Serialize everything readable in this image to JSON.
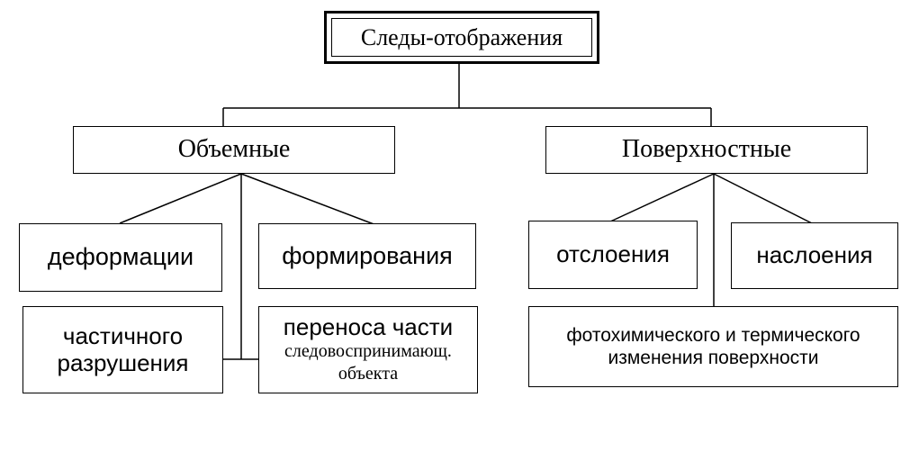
{
  "root": {
    "label": "Следы-отображения"
  },
  "categories": {
    "volumetric": {
      "label": "Объемные"
    },
    "surface": {
      "label": "Поверхностные"
    }
  },
  "volumetric_children": {
    "deformation": "деформации",
    "formation": "формирования",
    "partial_destruction": [
      "частичного",
      "разрушения"
    ],
    "transfer": [
      "переноса части",
      "следовоспринимающ.",
      "объекта"
    ]
  },
  "surface_children": {
    "peeling": "отслоения",
    "layering": "наслоения",
    "photochemical": [
      "фотохимического и термического",
      "изменения поверхности"
    ]
  }
}
